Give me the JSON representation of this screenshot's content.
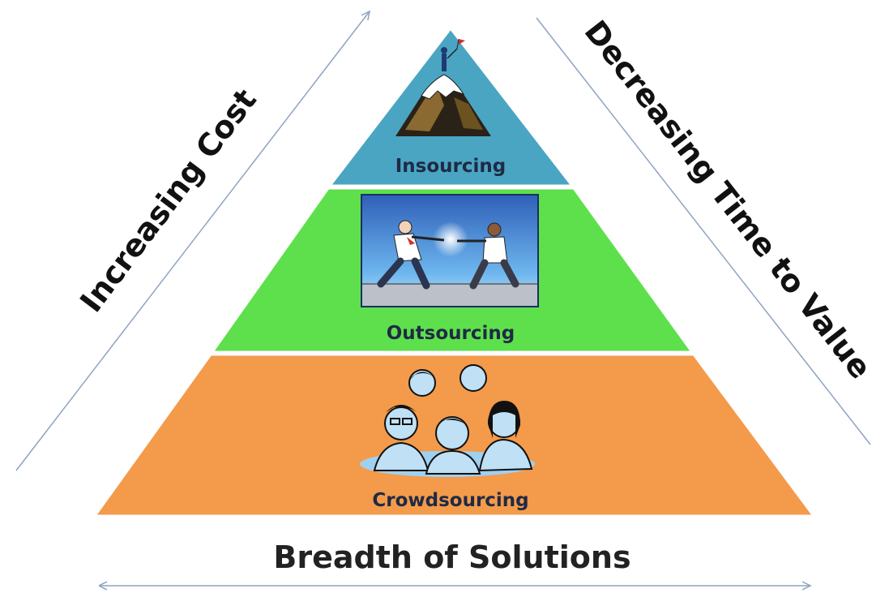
{
  "pyramid": {
    "tiers": [
      {
        "label": "Insourcing",
        "color": "#4aa5c3",
        "icon": "mountain-climber-icon"
      },
      {
        "label": "Outsourcing",
        "color": "#5ee04c",
        "icon": "handshake-businesspeople-icon"
      },
      {
        "label": "Crowdsourcing",
        "color": "#f39a4b",
        "icon": "group-of-people-icon"
      }
    ]
  },
  "left_arrow": {
    "label": "Increasing Cost"
  },
  "right_arrow": {
    "label": "Decreasing Time to Value"
  },
  "bottom_arrow": {
    "label": "Breadth of Solutions"
  },
  "colors": {
    "arrow_line": "#8fa3c0",
    "text": "#111111"
  }
}
